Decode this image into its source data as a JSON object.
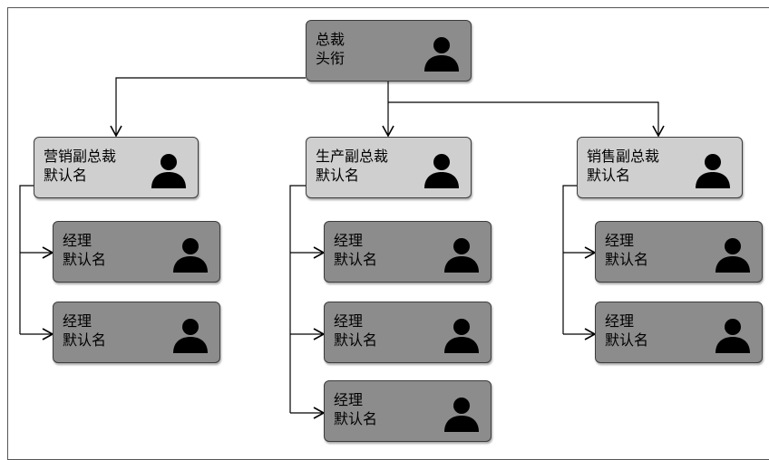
{
  "chart": {
    "top": {
      "title": "总裁",
      "subtitle": "头衔",
      "icon": "person-icon"
    },
    "vps": [
      {
        "title": "营销副总裁",
        "subtitle": "默认名",
        "icon": "person-icon",
        "managers": [
          {
            "title": "经理",
            "subtitle": "默认名",
            "icon": "person-icon"
          },
          {
            "title": "经理",
            "subtitle": "默认名",
            "icon": "person-icon"
          }
        ]
      },
      {
        "title": "生产副总裁",
        "subtitle": "默认名",
        "icon": "person-icon",
        "managers": [
          {
            "title": "经理",
            "subtitle": "默认名",
            "icon": "person-icon"
          },
          {
            "title": "经理",
            "subtitle": "默认名",
            "icon": "person-icon"
          },
          {
            "title": "经理",
            "subtitle": "默认名",
            "icon": "person-icon"
          }
        ]
      },
      {
        "title": "销售副总裁",
        "subtitle": "默认名",
        "icon": "person-icon",
        "managers": [
          {
            "title": "经理",
            "subtitle": "默认名",
            "icon": "person-icon"
          },
          {
            "title": "经理",
            "subtitle": "默认名",
            "icon": "person-icon"
          }
        ]
      }
    ]
  },
  "colors": {
    "exec_fill": "#8c8c8c",
    "vp_fill": "#cfcfcf",
    "manager_fill": "#8c8c8c",
    "line": "#000000"
  }
}
